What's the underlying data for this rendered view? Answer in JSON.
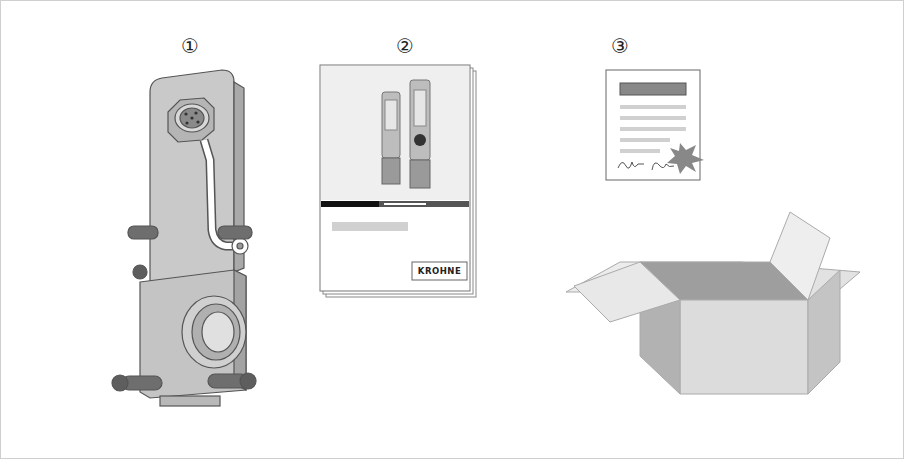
{
  "diagram": {
    "labels": [
      "①",
      "②",
      "③",
      "KROHNE"
    ]
  }
}
